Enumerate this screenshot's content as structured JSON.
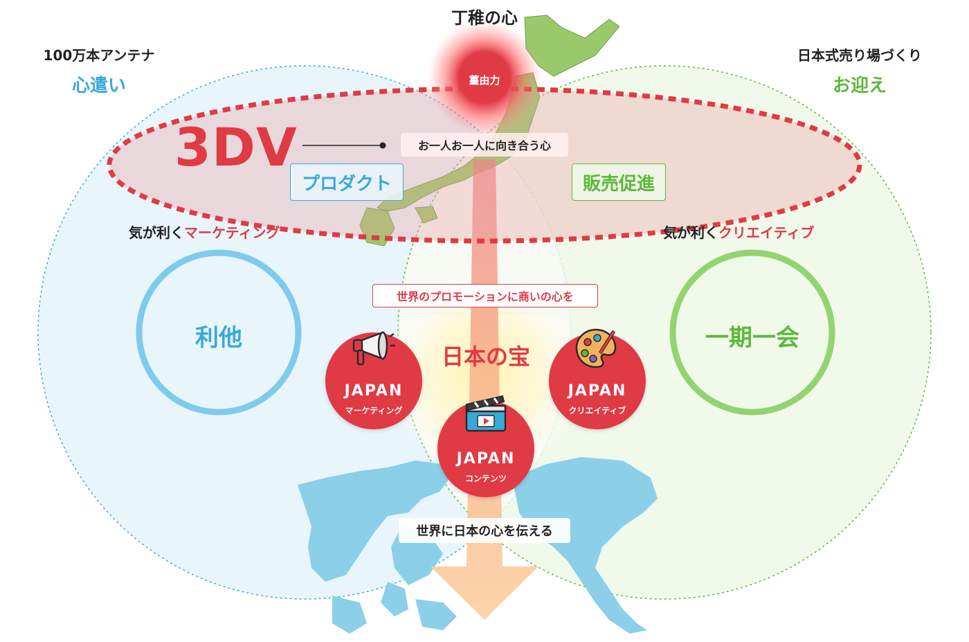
{
  "top": {
    "title": "丁稚の心",
    "core_label": "薑由力"
  },
  "left": {
    "caption": "100万本アンテナ",
    "heading": "心遣い",
    "sub_prefix": "気が利く",
    "sub_highlight": "マーケティング",
    "ring_label": "利他",
    "box_label": "プロダクト"
  },
  "right": {
    "caption": "日本式売り場づくり",
    "heading": "お迎え",
    "sub_prefix": "気が利く",
    "sub_highlight": "クリエイティブ",
    "ring_label": "一期一会",
    "box_label": "販売促進"
  },
  "center": {
    "logo": "3DV",
    "tagline": "お一人お一人に向き合う心",
    "promo_label": "世界のプロモーションに商いの心を",
    "treasure": "日本の宝",
    "bottom_label": "世界に日本の心を伝える"
  },
  "badges": [
    {
      "title": "JAPAN",
      "sub": "マーケティング",
      "icon": "megaphone-icon"
    },
    {
      "title": "JAPAN",
      "sub": "クリエイティブ",
      "icon": "palette-icon"
    },
    {
      "title": "JAPAN",
      "sub": "コンテンツ",
      "icon": "clapperboard-icon"
    }
  ],
  "colors": {
    "red": "#e03a45",
    "blue": "#3aa9d8",
    "green": "#5cb93a",
    "left_fill": "#e8f5fb",
    "right_fill": "#eef8e8"
  }
}
